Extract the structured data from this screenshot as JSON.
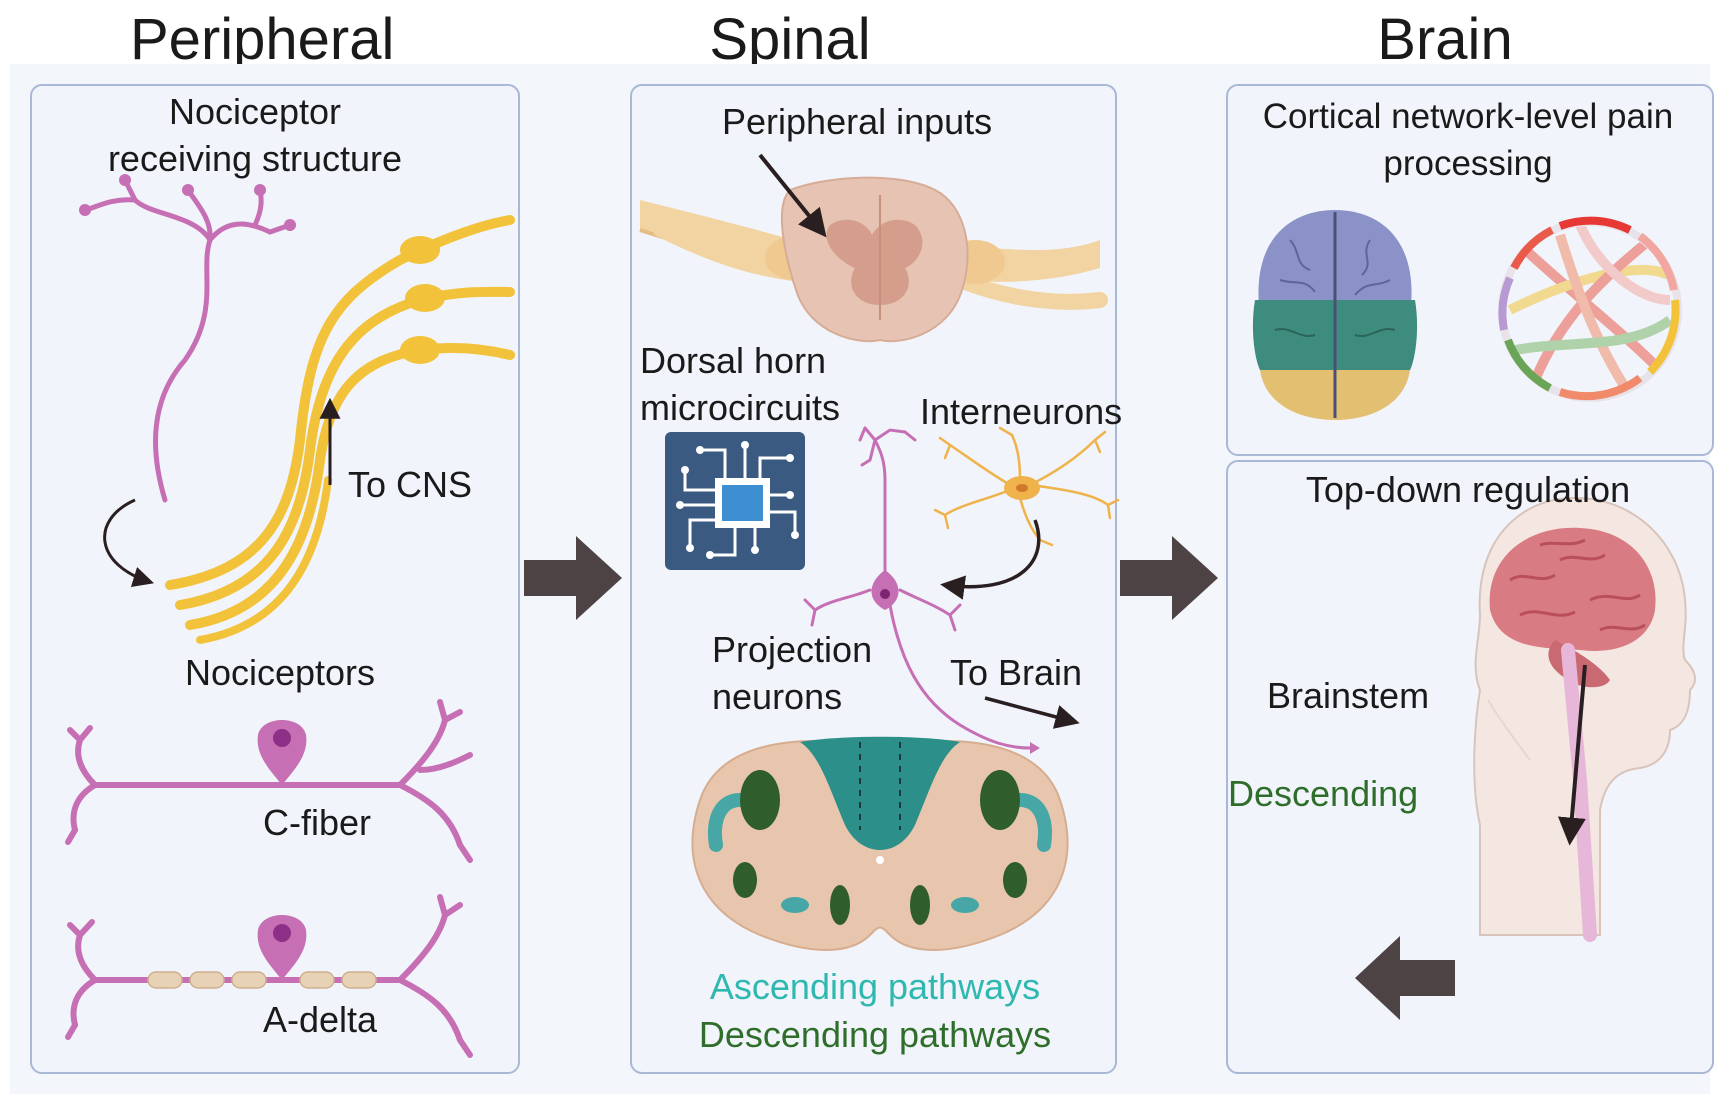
{
  "columns": {
    "peripheral": "Peripheral",
    "spinal": "Spinal",
    "brain": "Brain"
  },
  "peripheral": {
    "receiving_structure": [
      "Nociceptor",
      "receiving structure"
    ],
    "to_cns": "To CNS",
    "nociceptors": "Nociceptors",
    "c_fiber": "C-fiber",
    "a_delta": "A-delta"
  },
  "spinal": {
    "peripheral_inputs": "Peripheral inputs",
    "dorsal_horn": [
      "Dorsal horn",
      "microcircuits"
    ],
    "interneurons": "Interneurons",
    "projection_neurons": [
      "Projection",
      "neurons"
    ],
    "to_brain": "To Brain",
    "ascending": "Ascending pathways",
    "descending": "Descending pathways"
  },
  "brain": {
    "cortical": [
      "Cortical network-level pain",
      "processing"
    ],
    "top_down": "Top-down regulation",
    "brainstem": "Brainstem",
    "descending": "Descending"
  },
  "colors": {
    "panel_border": "#a9b8d6",
    "panel_fill": "#f1f5fb",
    "nociceptor_pink": "#c66fb4",
    "nerve_yellow": "#f2c23a",
    "flow_arrow": "#4e4344",
    "ascending_teal": "#2fb8b0",
    "descending_green": "#2f6e2a"
  }
}
